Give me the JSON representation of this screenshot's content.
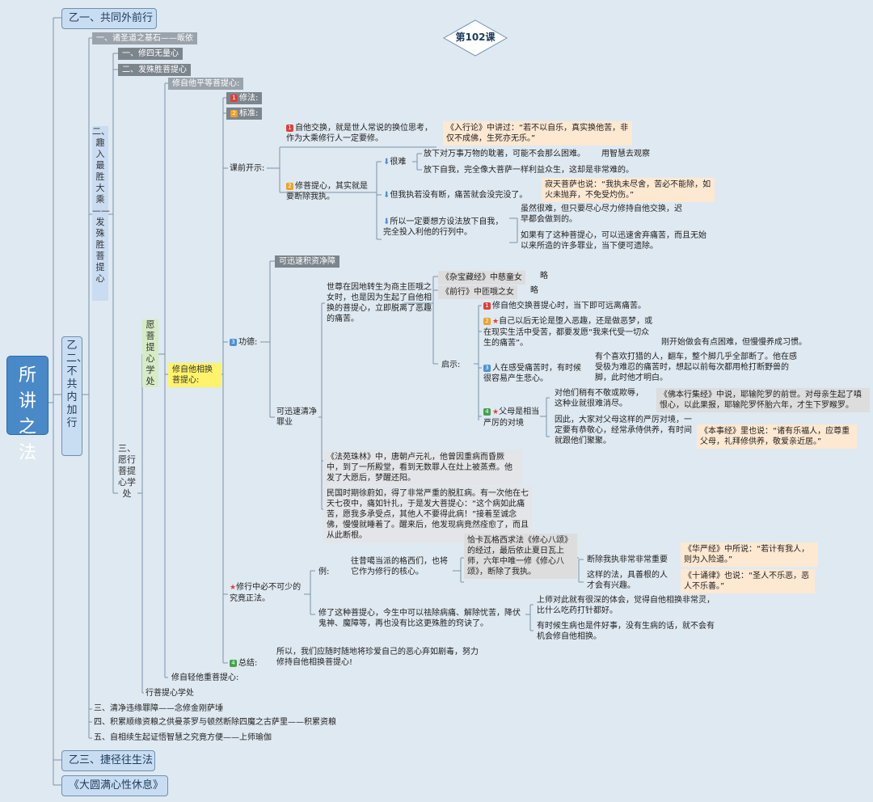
{
  "lesson_label": "第102课",
  "root": "所讲之法",
  "top_branches": {
    "b1": "乙一、共同外前行",
    "b2": "乙二、不共内加行",
    "b3": "乙三、捷径往生法",
    "b4": "《大圆满心性休息》"
  },
  "inner": {
    "n1": "一、诸圣道之基石——皈依",
    "n2": "二、趣入最胜大乘——发殊胜菩提心",
    "n2a": "一、修四无量心",
    "n2b": "二、发殊胜菩提心",
    "n3": "三、清净违缘罪障——念修金刚萨埵",
    "n4": "四、积累顺缘资粮之供曼茶罗与顿然断除四魔之古萨里——积累资粮",
    "n5": "五、自相续生起证悟智慧之究竟方便——上师瑜伽"
  },
  "mid": {
    "wish": "三、愿行菩提心学处",
    "wish_bodhi": "愿菩提心学处",
    "practice_bodhi": "行菩提心学处",
    "equal": "修自他平等菩提心:",
    "exchange": "修自他相换菩提心:",
    "cherish": "修自轻他重菩提心:"
  },
  "exchange_branches": {
    "method": "修法:",
    "standard": "标准:",
    "intro": "课前开示:",
    "merit": "功德:",
    "must": "修行中必不可少的究竟正法。",
    "summary": "总结:",
    "summary_text": "所以，我们应随时随地将珍爱自己的恶心弃如剧毒，努力修持自他相换菩提心!"
  },
  "intro": {
    "p1": "自他交换，就是世人常说的换位思考，作为大乘修行人一定要修。",
    "p1_quote": "《入行论》中讲过：“若不以自乐，真实换他苦，非仅不成佛，生死亦无乐。”",
    "p2": "修菩提心，其实就是要断除我执。",
    "hard": "很难",
    "hard1": "放下对万事万物的耽著，可能不会那么困难。",
    "hard1_tip": "用智慧去观察",
    "hard2": "放下自我，完全像大菩萨一样利益众生，这却是非常难的。",
    "selfish": "但我执若没有断，痛苦就会没完没了。",
    "shantideva": "寂天菩萨也说：“我执未尽舍，苦必不能除，如火未抛弃，不免受灼伤。”",
    "must": "所以一定要想方设法放下自我，完全投入利他的行列中。",
    "must1": "虽然很难，但只要尽心尽力修持自他交换，迟早都会做到的。",
    "must2": "如果有了这种菩提心，可以迅速舍弃痛苦，而且无始以来所造的许多罪业，当下便可遗除。"
  },
  "merit": {
    "purify_quick": "可迅速积资净障",
    "purify_sin": "可迅速清净罪业",
    "story": "世尊在因地转生为商主匝哦之女时，也是因为生起了自他相换的菩提心，立即脱离了恶趣的痛苦。",
    "src1": "《杂宝藏经》中慈童女",
    "src2": "《前行》中匝哦之女",
    "brief": "略",
    "insight": "启示:",
    "i1": "修自他交换菩提心时，当下即可远离痛苦。",
    "i2": "自己以后无论是堕入恶趣，还是做恶梦，或在现实生活中受苦，都要发愿“我来代受一切众生的痛苦”。",
    "i2_tip": "刚开始做会有点困难，但慢慢养成习惯。",
    "i3": "人在感受痛苦时，有时候很容易产生悲心。",
    "i3_tip": "有个喜欢打猎的人，翻车，整个脚几乎全部断了。他在感受极为难忍的痛苦时，想起以前每次都用枪打断野兽的脚，此时他才明白。",
    "i4": "父母是相当严厉的对境",
    "i4a": "对他们稍有不敬或欺辱，这种业就很难消尽。",
    "i4a_q": "《佛本行集经》中说，耶输陀罗的前世。对母亲生起了嗔恨心，以此果报，耶输陀罗怀胎六年，才生下罗睺罗。",
    "i4b": "因此，大家对父母这样的严厉对境，一定要有恭敬心，经常承侍供养，有时间就跟他们聚聚。",
    "i4b_q": "《本事经》里也说：“诸有乐福人，应尊重父母，礼拜修供养，敬爱亲近居。”",
    "fayuan": "《法苑珠林》中，唐朝卢元礼，他曾因重病而昏厥中，到了一所殿堂，看到无数罪人在灶上被蒸煮。他发了大愿后，梦醒还阳。",
    "minguo": "民国时期徐蔚如，得了非常严重的脱肛病。有一次他在七天七夜中，痛如针扎，于是发大菩提心：“这个病如此痛苦，愿我多承受点，其他人不要得此病！”接着至诚念佛，慢慢就睡着了。醒来后，他发现病竟然痊愈了，而且从此断根。"
  },
  "example": {
    "label": "例:",
    "geshe": "往昔噶当派的格西们，也将它作为修行的核心。",
    "seeking": "恰卡瓦格西求法《修心八颂》的经过，最后依止夏日瓦上师，六年中唯一修《修心八颂》，断除了我执。",
    "cut": "断除我执非常非常重要",
    "huayan": "《华严经》中所说：“若计有我人，则为入险道。”",
    "rootful": "这样的法，具善根的人才会有兴趣。",
    "shisong": "《十诵律》也说：“圣人不乐恶，恶人不乐善。”",
    "cure": "修了这种菩提心，今生中可以祛除病痛、解除忧苦，降伏鬼神、魔障等，再也没有比这更殊胜的窍诀了。",
    "cure1": "上师对此就有很深的体会，觉得自他相换非常灵，比什么吃药打针都好。",
    "cure2": "有时候生病也是件好事，没有生病的话，就不会有机会修自他相换。"
  },
  "colors": {
    "root": "#4a89c8",
    "level1": "#c9ddf2",
    "gray_tag": "#9aa3ab",
    "highlight": "#fff36b",
    "quote": "#fde8d2",
    "wish_green": "#d5ecc5",
    "line": "#7a93ab"
  },
  "badges": {
    "one": "1",
    "two": "2",
    "three": "3",
    "four": "4"
  },
  "icons": {
    "star": "star-icon",
    "arrow": "arrow-down-icon",
    "badge": "number-badge-icon"
  }
}
